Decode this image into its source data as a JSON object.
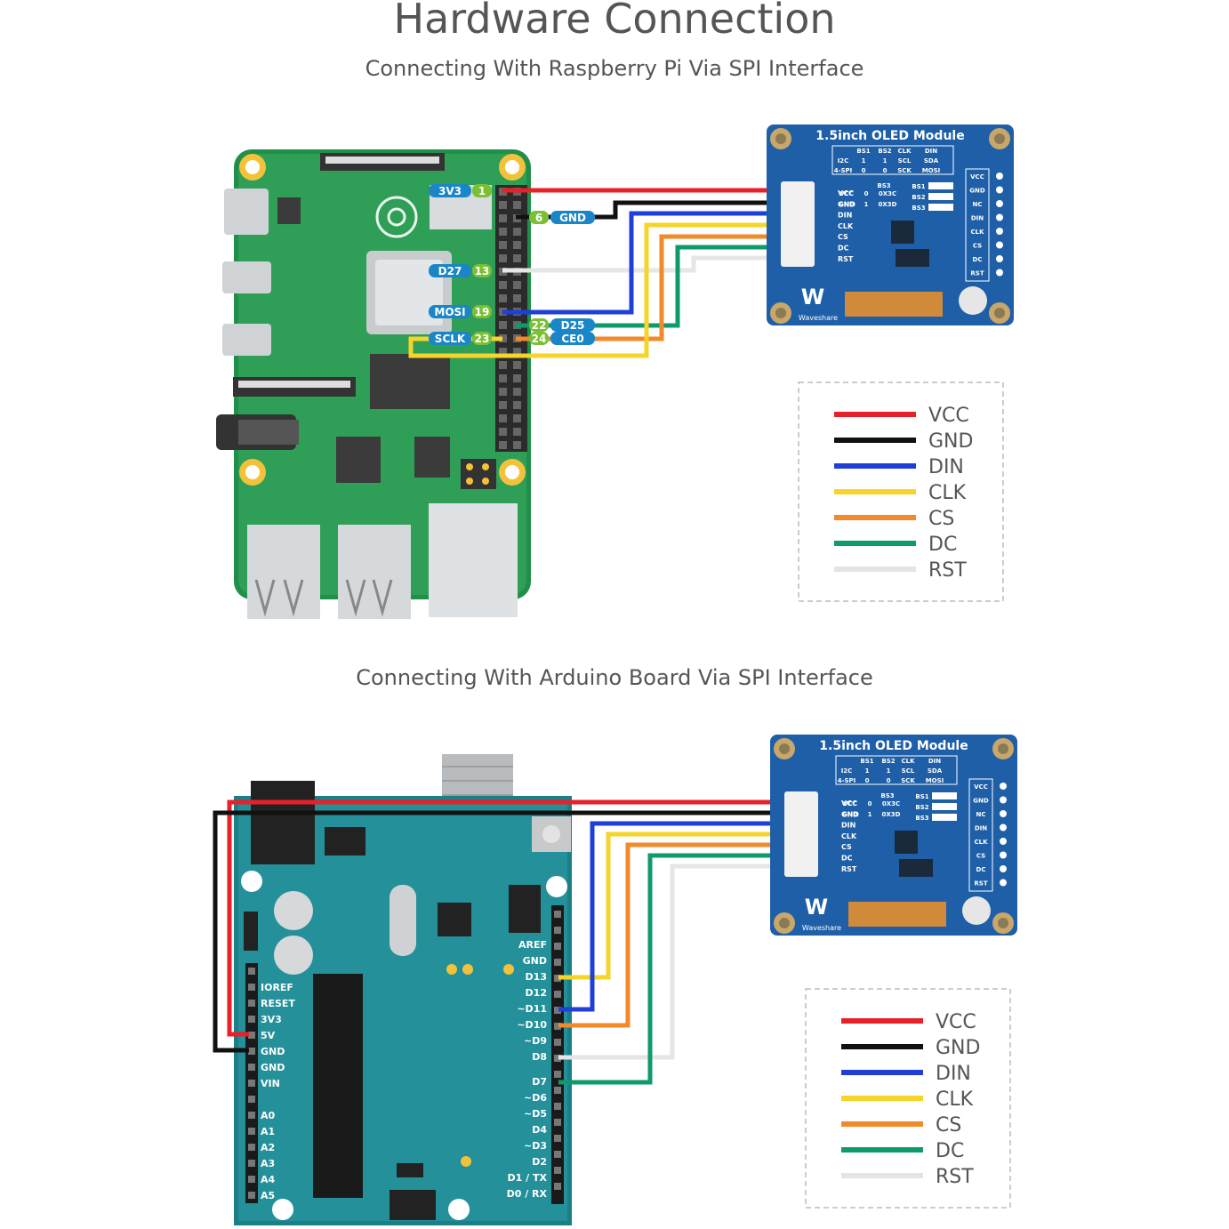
{
  "title": "Hardware Connection",
  "sections": [
    {
      "subtitle": "Connecting With Raspberry Pi Via SPI Interface"
    },
    {
      "subtitle": "Connecting With Arduino Board Via SPI Interface"
    }
  ],
  "oled": {
    "title": "1.5inch OLED Module",
    "pins": [
      "VCC",
      "GND",
      "DIN",
      "CLK",
      "CS",
      "DC",
      "RST"
    ],
    "right_header": [
      "VCC",
      "GND",
      "NC",
      "DIN",
      "CLK",
      "CS",
      "DC",
      "RST"
    ],
    "table": {
      "head": [
        "BS1",
        "BS2",
        "CLK",
        "DIN"
      ],
      "rows": [
        [
          "I2C",
          "1",
          "1",
          "SCL",
          "SDA"
        ],
        [
          "4-SPI",
          "0",
          "0",
          "SCK",
          "MOSI"
        ]
      ]
    },
    "bs3": {
      "head": "BS3",
      "rows": [
        [
          "VCC",
          "0",
          "0X3C"
        ],
        [
          "GND",
          "1",
          "0X3D"
        ]
      ]
    },
    "switches": [
      "BS1",
      "BS2",
      "BS3"
    ],
    "brand": "Waveshare"
  },
  "pi": {
    "labels": [
      {
        "name": "3V3",
        "pin": "1"
      },
      {
        "name": "GND",
        "pin": "6"
      },
      {
        "name": "D27",
        "pin": "13"
      },
      {
        "name": "MOSI",
        "pin": "19"
      },
      {
        "name": "D25",
        "pin": "22"
      },
      {
        "name": "SCLK",
        "pin": "23"
      },
      {
        "name": "CE0",
        "pin": "24"
      }
    ]
  },
  "arduino": {
    "left_pins": [
      "IOREF",
      "RESET",
      "3V3",
      "5V",
      "GND",
      "GND",
      "VIN",
      "A0",
      "A1",
      "A2",
      "A3",
      "A4",
      "A5"
    ],
    "right_pins": [
      "AREF",
      "GND",
      "D13",
      "D12",
      "~D11",
      "~D10",
      "~D9",
      "D8",
      "D7",
      "~D6",
      "~D5",
      "D4",
      "~D3",
      "D2",
      "D1 / TX",
      "D0 / RX"
    ]
  },
  "legend": [
    {
      "label": "VCC",
      "color": "#e8202a"
    },
    {
      "label": "GND",
      "color": "#111111"
    },
    {
      "label": "DIN",
      "color": "#1f3fd6"
    },
    {
      "label": "CLK",
      "color": "#f7d42a"
    },
    {
      "label": "CS",
      "color": "#f08a2a"
    },
    {
      "label": "DC",
      "color": "#0f9a6e"
    },
    {
      "label": "RST",
      "color": "#e8e8e8"
    }
  ]
}
